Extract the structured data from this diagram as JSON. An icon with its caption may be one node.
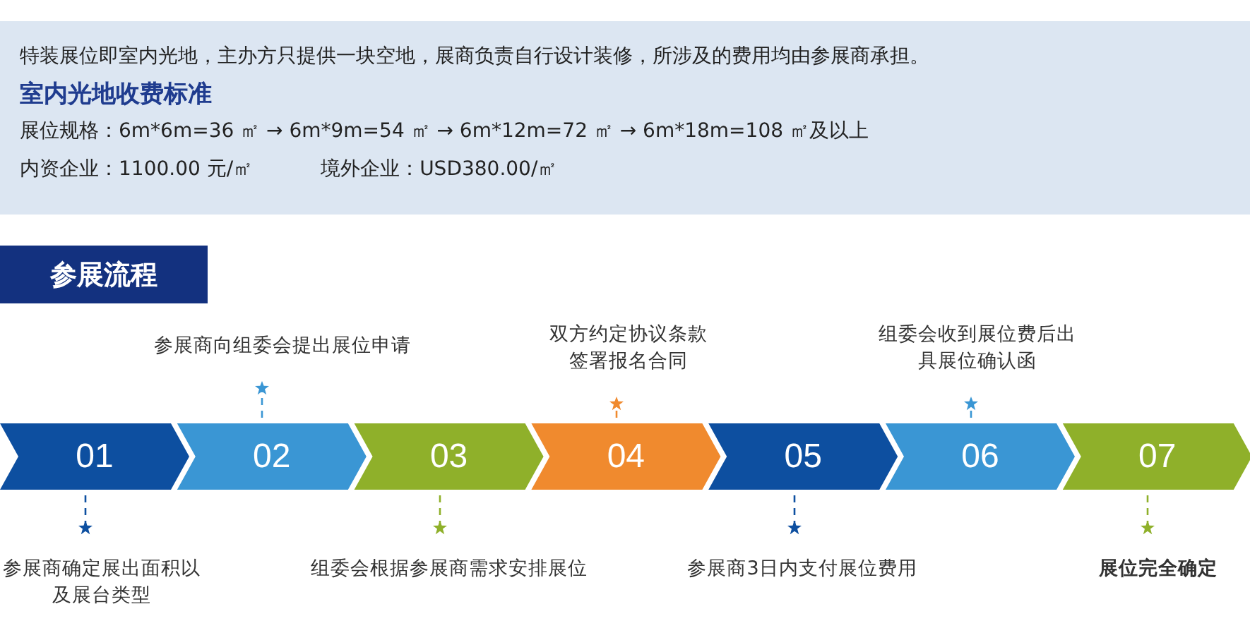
{
  "diagram": {
    "title": "参展流程",
    "nodes": [
      {
        "text": [
          "01"
        ]
      },
      {
        "text": [
          "02"
        ]
      },
      {
        "text": [
          "03"
        ]
      },
      {
        "text": [
          "04"
        ]
      },
      {
        "text": [
          "05"
        ]
      },
      {
        "text": [
          "06"
        ]
      },
      {
        "text": [
          "07"
        ]
      },
      {
        "text": [
          "参展商确定展出面积以及展台类型"
        ]
      },
      {
        "text": [
          "参展商向组委会提出展位申请"
        ]
      },
      {
        "text": [
          "组委会根据参展商需求安排展位"
        ]
      },
      {
        "text": [
          "双方约定协议条款签署报名合同"
        ]
      },
      {
        "text": [
          "参展商3日内支付展位费用"
        ]
      },
      {
        "text": [
          "组委会收到展位费后出具展位确认函"
        ]
      },
      {
        "text": [
          "展位完全确定"
        ]
      }
    ],
    "edges": [
      {
        "from": 0,
        "to": 7,
        "arrow": "other",
        "style": "dashed",
        "color": "#0d4fa0"
      },
      {
        "from": 1,
        "to": 8,
        "arrow": "other",
        "style": "dashed",
        "color": "#3a96d4"
      },
      {
        "from": 2,
        "to": 9,
        "arrow": "other",
        "style": "dashed",
        "color": "#8fb02a"
      },
      {
        "from": 3,
        "to": 10,
        "arrow": "other",
        "style": "dashed",
        "color": "#f08a2e"
      },
      {
        "from": 4,
        "to": 11,
        "arrow": "other",
        "style": "dashed",
        "color": "#0d4fa0"
      },
      {
        "from": 5,
        "to": 12,
        "arrow": "other",
        "style": "dashed",
        "color": "#3a96d4"
      },
      {
        "from": 6,
        "to": 13,
        "arrow": "other",
        "style": "dashed",
        "color": "#8fb02a"
      }
    ],
    "labels": [
      "特装展位即室内光地，主办方只提供一块空地，展商负责自行设计装修，所涉及的费用均由参展商承担。",
      "室内光地收费标准",
      "展位规格：6m*6m=36 ㎡ → 6m*9m=54 ㎡ → 6m*12m=72 ㎡ → 6m*18m=108 ㎡及以上",
      "内资企业：1100.00 元/㎡",
      "境外企业：USD380.00/㎡"
    ]
  }
}
